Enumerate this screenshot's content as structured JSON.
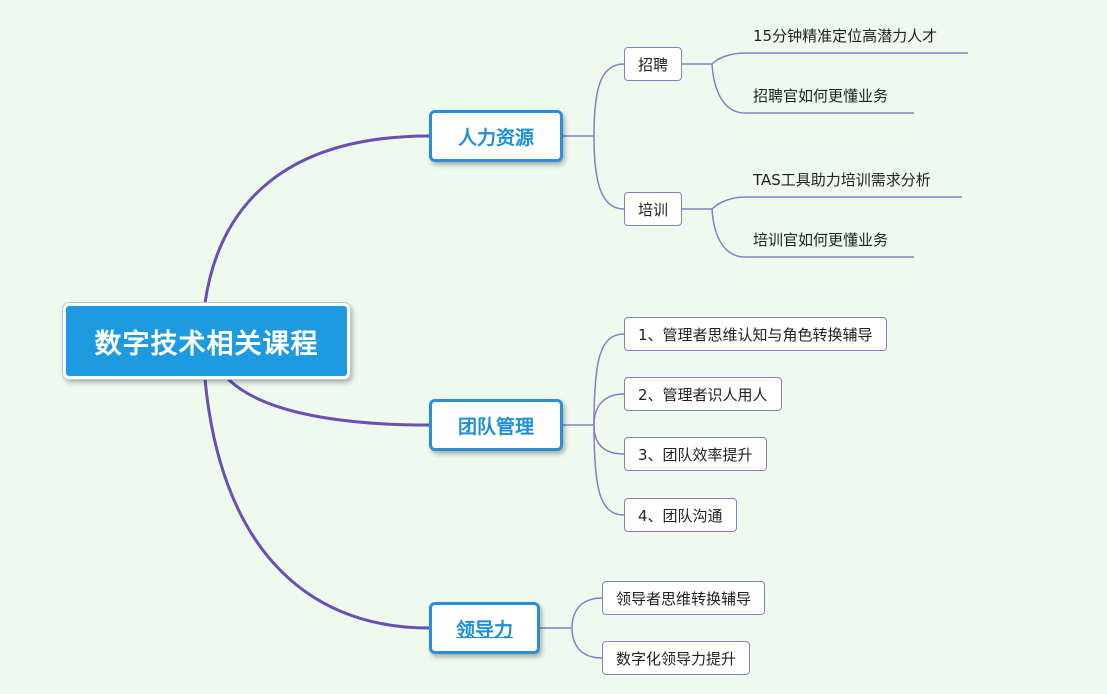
{
  "root": {
    "label": "数字技术相关课程"
  },
  "branches": [
    {
      "label": "人力资源",
      "children": [
        {
          "label": "招聘",
          "leaves": [
            "15分钟精准定位高潜力人才",
            "招聘官如何更懂业务"
          ]
        },
        {
          "label": "培训",
          "leaves": [
            "TAS工具助力培训需求分析",
            "培训官如何更懂业务"
          ]
        }
      ]
    },
    {
      "label": "团队管理",
      "children": [
        {
          "label": "1、管理者思维认知与角色转换辅导"
        },
        {
          "label": "2、管理者识人用人"
        },
        {
          "label": "3、团队效率提升"
        },
        {
          "label": "4、团队沟通"
        }
      ]
    },
    {
      "label": "领导力",
      "children": [
        {
          "label": "领导者思维转换辅导"
        },
        {
          "label": "数字化领导力提升"
        }
      ]
    }
  ],
  "colors": {
    "background": "#eefaee",
    "root_fill": "#1e9ae0",
    "main_border": "#2a8fd8",
    "main_text": "#1e90d6",
    "root_connector": "#6a4fb5",
    "sub_connector": "#8a7cc8"
  }
}
